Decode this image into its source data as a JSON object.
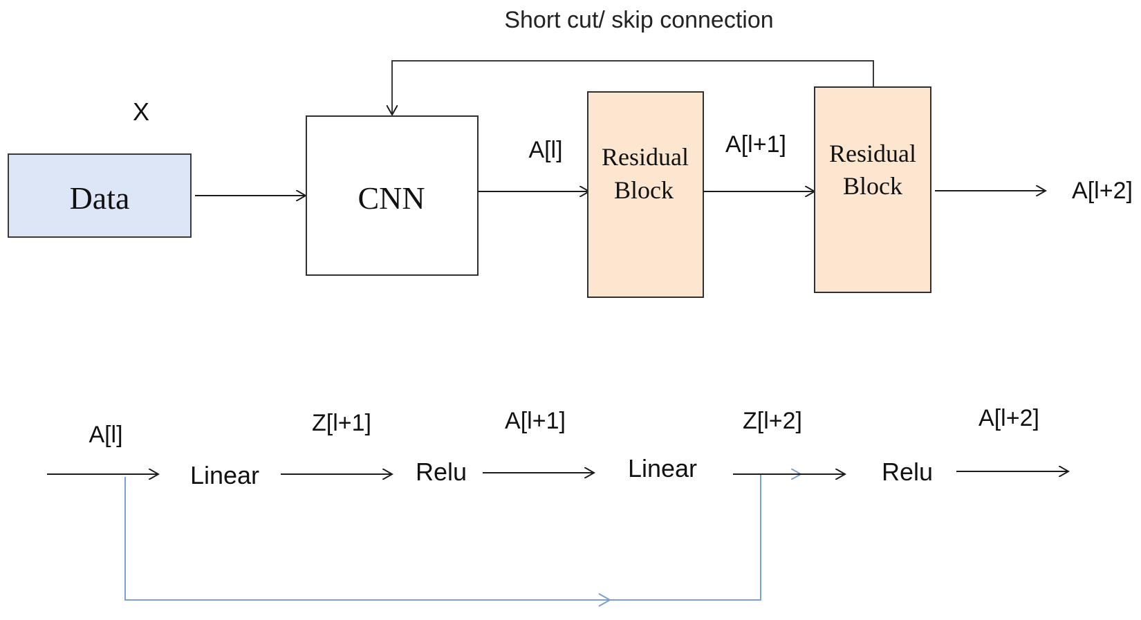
{
  "top_flow": {
    "shortcut_label": "Short cut/ skip connection",
    "input_symbol": "X",
    "data_block": "Data",
    "cnn_block": "CNN",
    "residual_block_1": [
      "Residual",
      "Block"
    ],
    "residual_block_2": [
      "Residual",
      "Block"
    ],
    "edge_label_1": "A[l]",
    "edge_label_2": "A[l+1]",
    "edge_label_3": "A[l+2]"
  },
  "bottom_flow": {
    "input_label": "A[l]",
    "linear_1": "Linear",
    "z1_label": "Z[l+1]",
    "relu_1": "Relu",
    "a1_label": "A[l+1]",
    "linear_2": "Linear",
    "z2_label": "Z[l+2]",
    "relu_2": "Relu",
    "output_label": "A[l+2]"
  },
  "colors": {
    "data_fill": "#dce6f7",
    "data_stroke": "#3a3a3a",
    "residual_fill": "#fce6cf",
    "box_stroke": "#2f2f2f",
    "arrow": "#1b1b1b",
    "skip_path": "#7a9fd4"
  }
}
